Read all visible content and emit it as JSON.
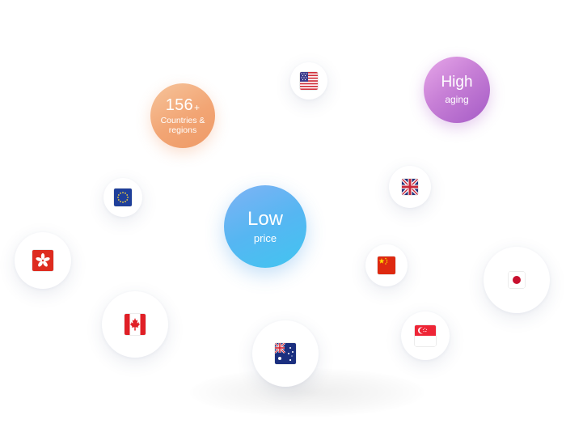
{
  "features": {
    "countries": {
      "number": "156",
      "suffix": "+",
      "line1": "Countries &",
      "line2": "regions"
    },
    "high_aging": {
      "title": "High",
      "subtitle": "aging"
    },
    "low_price": {
      "title": "Low",
      "subtitle": "price"
    }
  },
  "colors": {
    "countries_bubble": "#f2a574",
    "high_aging_bubble": "#c77fd6",
    "low_price_bubble": "#56b6f2"
  },
  "flags": [
    {
      "name": "us-flag-icon",
      "country": "United States"
    },
    {
      "name": "eu-flag-icon",
      "country": "European Union"
    },
    {
      "name": "uk-flag-icon",
      "country": "United Kingdom"
    },
    {
      "name": "hk-flag-icon",
      "country": "Hong Kong"
    },
    {
      "name": "cn-flag-icon",
      "country": "China"
    },
    {
      "name": "jp-flag-icon",
      "country": "Japan"
    },
    {
      "name": "ca-flag-icon",
      "country": "Canada"
    },
    {
      "name": "au-flag-icon",
      "country": "Australia"
    },
    {
      "name": "sg-flag-icon",
      "country": "Singapore"
    }
  ]
}
